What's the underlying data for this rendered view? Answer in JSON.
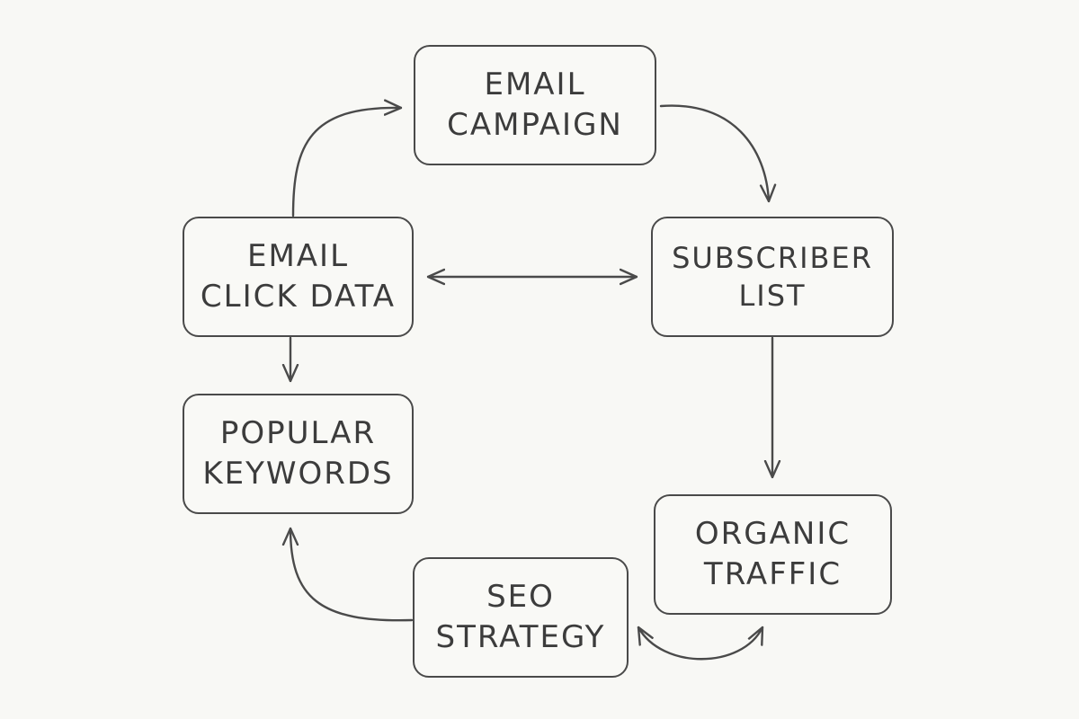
{
  "diagram": {
    "nodes": [
      {
        "id": "email-campaign",
        "lines": [
          "EMAIL",
          "CAMPAIGN"
        ]
      },
      {
        "id": "subscriber-list",
        "lines": [
          "SUBSCRIBER",
          "LIST"
        ]
      },
      {
        "id": "email-click-data",
        "lines": [
          "EMAIL",
          "CLICK DATA"
        ]
      },
      {
        "id": "popular-keywords",
        "lines": [
          "POPULAR",
          "KEYWORDS"
        ]
      },
      {
        "id": "organic-traffic",
        "lines": [
          "ORGANIC",
          "TRAFFIC"
        ]
      },
      {
        "id": "seo-strategy",
        "lines": [
          "SEO",
          "STRATEGY"
        ]
      }
    ],
    "edges": [
      {
        "from": "email-click-data",
        "to": "email-campaign",
        "direction": "forward"
      },
      {
        "from": "email-campaign",
        "to": "subscriber-list",
        "direction": "forward"
      },
      {
        "from": "email-click-data",
        "to": "subscriber-list",
        "direction": "bidirectional"
      },
      {
        "from": "subscriber-list",
        "to": "organic-traffic",
        "direction": "forward"
      },
      {
        "from": "email-click-data",
        "to": "popular-keywords",
        "direction": "forward"
      },
      {
        "from": "seo-strategy",
        "to": "popular-keywords",
        "direction": "forward"
      },
      {
        "from": "seo-strategy",
        "to": "organic-traffic",
        "direction": "bidirectional"
      }
    ],
    "colors": {
      "background": "#f8f8f5",
      "ink": "#4a4a4a",
      "text": "#3c3c3c"
    }
  }
}
